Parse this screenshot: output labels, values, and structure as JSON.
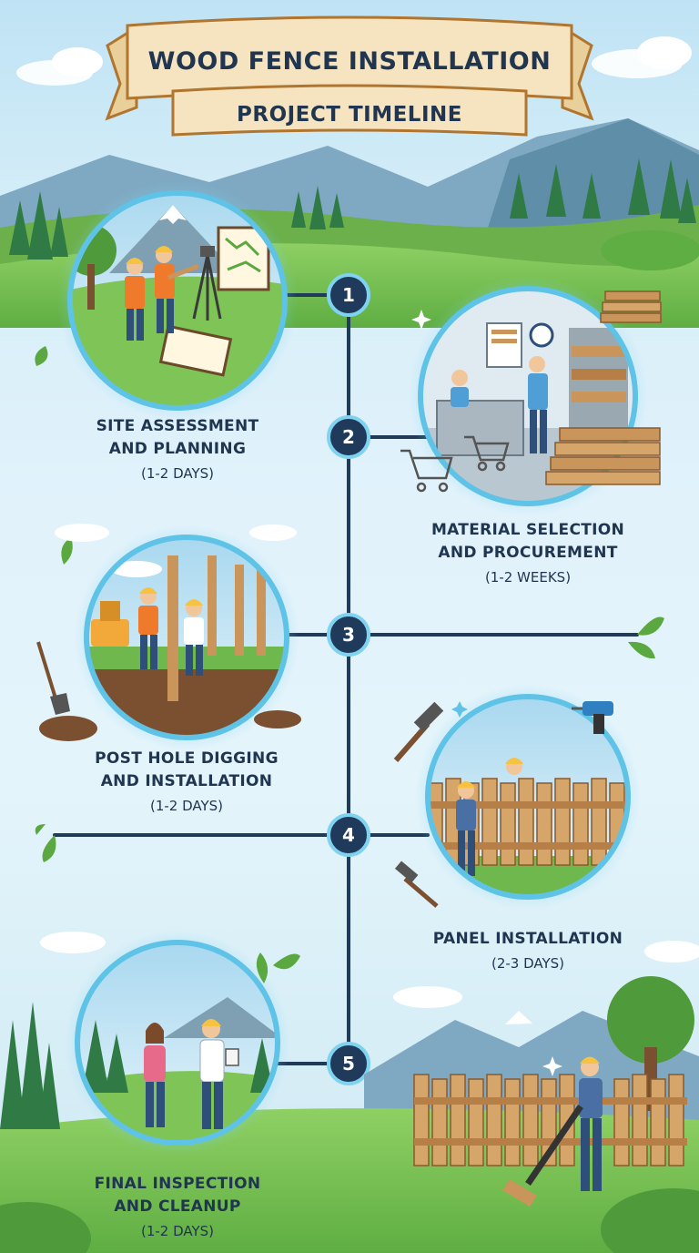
{
  "title": {
    "line1": "WOOD FENCE INSTALLATION",
    "line2": "PROJECT TIMELINE"
  },
  "steps": [
    {
      "number": "1",
      "line1": "SITE ASSESSMENT",
      "line2": "AND PLANNING",
      "duration": "(1-2 DAYS)"
    },
    {
      "number": "2",
      "line1": "MATERIAL SELECTION",
      "line2": "AND PROCUREMENT",
      "duration": "(1-2 WEEKS)"
    },
    {
      "number": "3",
      "line1": "POST HOLE DIGGING",
      "line2": "AND INSTALLATION",
      "duration": "(1-2 DAYS)"
    },
    {
      "number": "4",
      "line1": "PANEL INSTALLATION",
      "line2": "",
      "duration": "(2-3 DAYS)"
    },
    {
      "number": "5",
      "line1": "FINAL INSPECTION",
      "line2": "AND CLEANUP",
      "duration": "(1-2 DAYS)"
    }
  ],
  "colors": {
    "timeline": "#1f3a5a",
    "badge": "#1f3a5a",
    "ring": "#5ec3e6",
    "banner": "#f6e3bf",
    "banner_border": "#b0752f",
    "text": "#1f3550",
    "grass": "#7cc45a",
    "mountain": "#6f9bb0",
    "wood": "#c9955a"
  }
}
